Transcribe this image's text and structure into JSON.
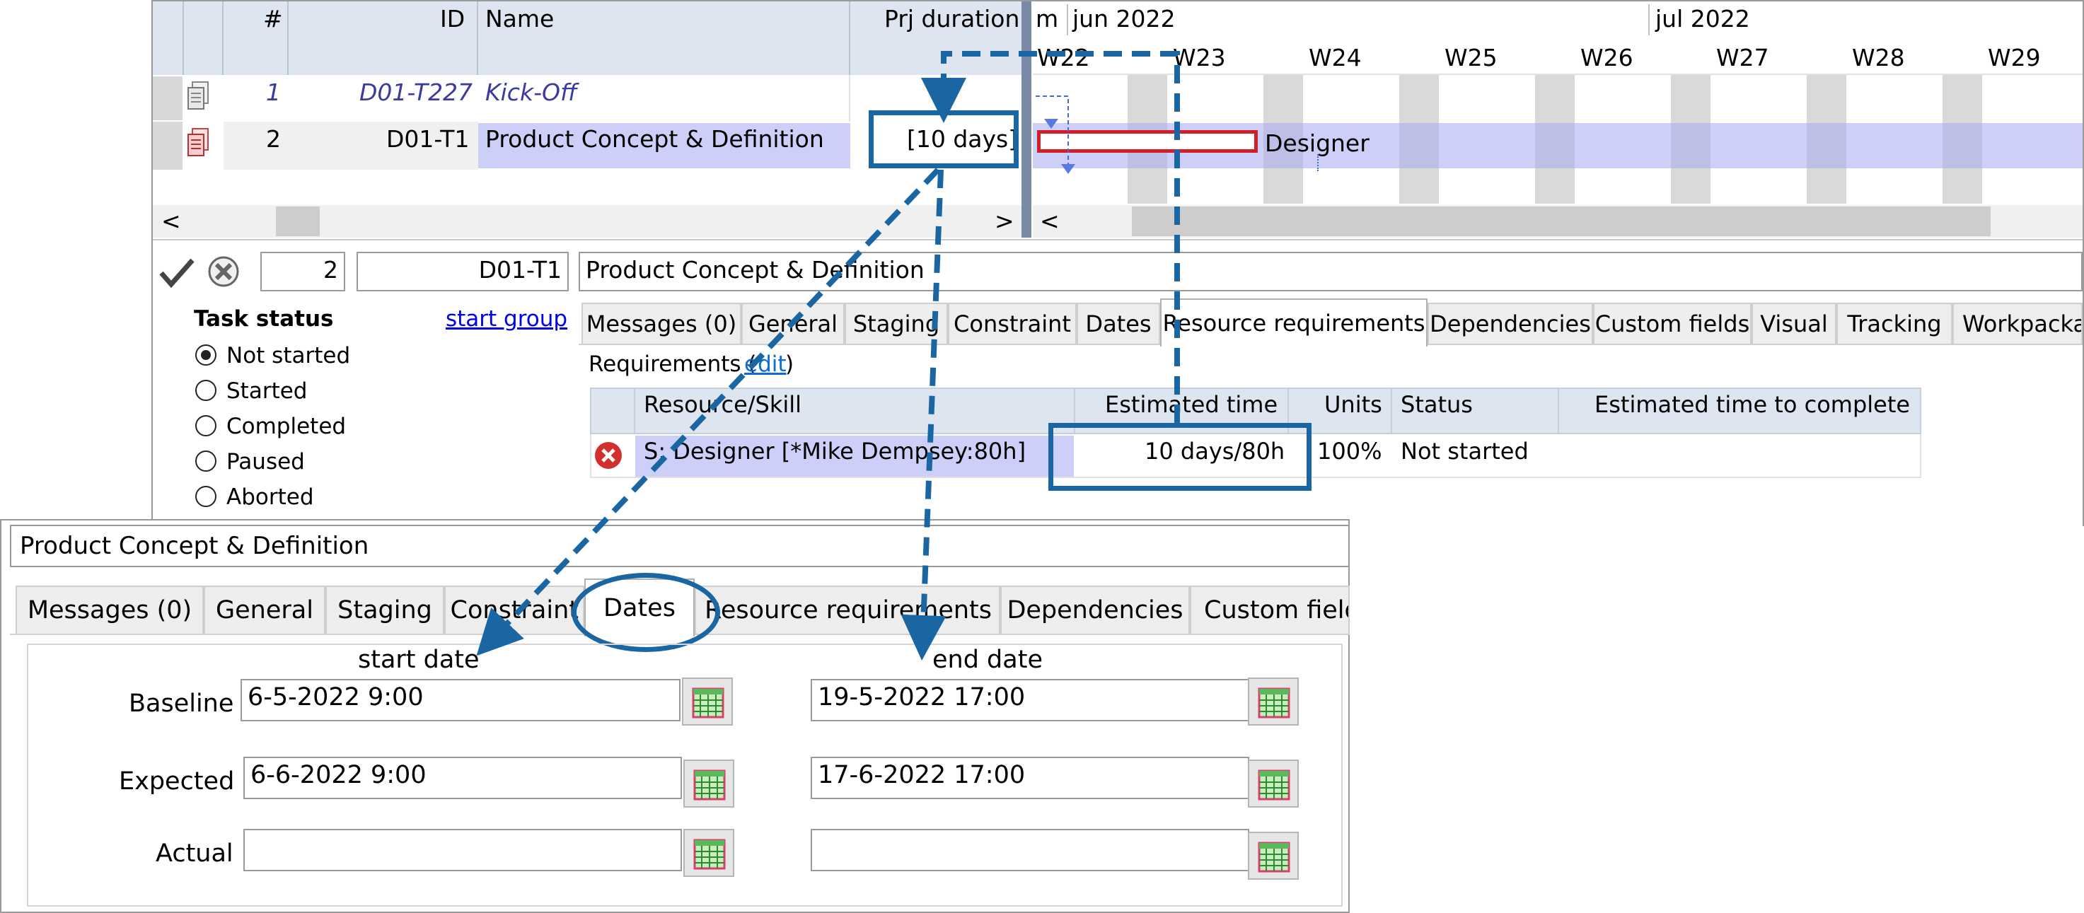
{
  "gantt": {
    "columns": {
      "num": "#",
      "id": "ID",
      "name": "Name",
      "duration": "Prj duration"
    },
    "timeline": {
      "m_label": "m",
      "months": [
        "jun 2022",
        "jul 2022"
      ],
      "weeks": [
        "W22",
        "W23",
        "W24",
        "W25",
        "W26",
        "W27",
        "W28",
        "W29"
      ]
    },
    "rows": [
      {
        "num": "1",
        "id": "D01-T227",
        "name": "Kick-Off",
        "duration": ""
      },
      {
        "num": "2",
        "id": "D01-T1",
        "name": "Product Concept & Definition",
        "duration": "[10 days]"
      }
    ],
    "bar_label": "Designer",
    "scroll_left": "<",
    "scroll_right": ">",
    "scroll_left2": "<"
  },
  "editor": {
    "num": "2",
    "id": "D01-T1",
    "name": "Product Concept & Definition",
    "task_status_label": "Task status",
    "start_group_link": "start group",
    "statuses": [
      {
        "label": "Not started",
        "selected": true
      },
      {
        "label": "Started",
        "selected": false
      },
      {
        "label": "Completed",
        "selected": false
      },
      {
        "label": "Paused",
        "selected": false
      },
      {
        "label": "Aborted",
        "selected": false
      }
    ],
    "tabs": [
      "Messages (0)",
      "General",
      "Staging",
      "Constraint",
      "Dates",
      "Resource requirements",
      "Dependencies",
      "Custom fields",
      "Visual",
      "Tracking",
      "Workpackag"
    ],
    "active_tab": "Resource requirements",
    "requirements_label": "Requirements (",
    "edit_link": "edit",
    "requirements_close": ")",
    "req_columns": [
      "Resource/Skill",
      "Estimated time",
      "Units",
      "Status",
      "Estimated time to complete"
    ],
    "req_row": {
      "resource": "S: Designer [*Mike Dempsey:80h]",
      "estimated_time": "10 days/80h",
      "units": "100%",
      "status": "Not started",
      "etc": ""
    }
  },
  "dates_panel": {
    "title": "Product Concept & Definition",
    "tabs": [
      "Messages (0)",
      "General",
      "Staging",
      "Constraint",
      "Dates",
      "Resource requirements",
      "Dependencies",
      "Custom field"
    ],
    "active_tab": "Dates",
    "start_header": "start date",
    "end_header": "end date",
    "rows": [
      {
        "label": "Baseline",
        "start": "6-5-2022 9:00",
        "end": "19-5-2022 17:00"
      },
      {
        "label": "Expected",
        "start": "6-6-2022 9:00",
        "end": "17-6-2022 17:00"
      },
      {
        "label": "Actual",
        "start": "",
        "end": ""
      }
    ]
  },
  "colors": {
    "highlight": "#1a66a3",
    "bar": "#d11f2a",
    "selected_row": "#cccff7",
    "header": "#dde5f0"
  }
}
